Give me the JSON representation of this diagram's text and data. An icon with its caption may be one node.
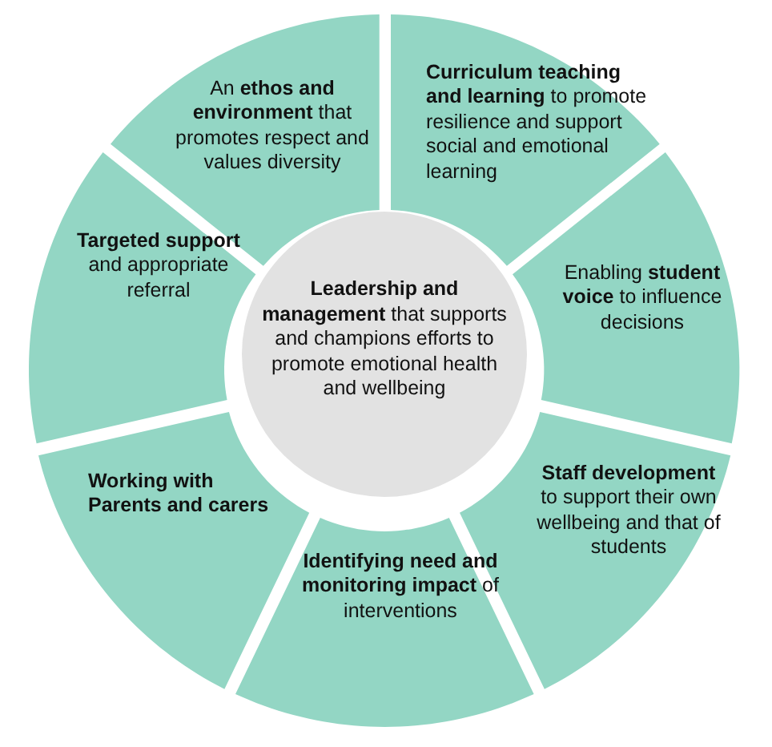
{
  "diagram": {
    "nodes": [
      {
        "text": [
          "An **ethos and environment** that promotes respect and values diversity"
        ]
      },
      {
        "text": [
          "**Curriculum teaching and learning** to promote resilience and support social and emotional learning"
        ]
      },
      {
        "text": [
          "**Targeted support** and appropriate referral"
        ]
      },
      {
        "text": [
          "Enabling **student voice** to influence decisions"
        ]
      },
      {
        "text": [
          "**Leadership and management** that supports and champions efforts to promote emotional health and wellbeing"
        ]
      },
      {
        "text": [
          "Working with Parents and carers"
        ]
      },
      {
        "text": [
          "**Staff development** to support their own wellbeing and that of students"
        ]
      },
      {
        "text": [
          "**Identifying need and monitoring impact** of interventions"
        ]
      }
    ]
  }
}
